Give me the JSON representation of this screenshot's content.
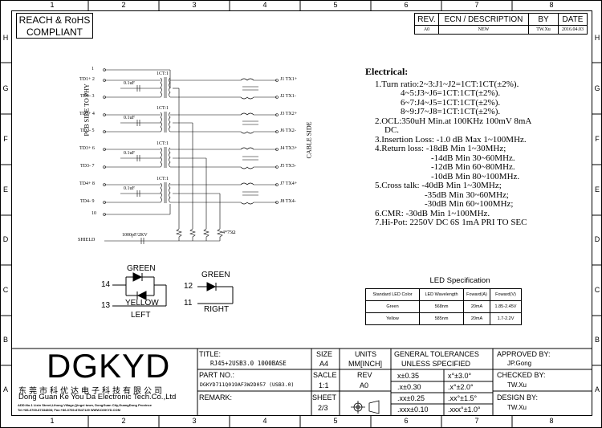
{
  "border": {
    "columns": [
      "1",
      "2",
      "3",
      "4",
      "5",
      "6",
      "7",
      "8"
    ],
    "rows": [
      "H",
      "G",
      "F",
      "E",
      "D",
      "C",
      "B",
      "A"
    ]
  },
  "compliance": {
    "line1": "REACH & RoHS",
    "line2": "COMPLIANT"
  },
  "revision_block": {
    "headers": {
      "rev": "REV.",
      "ecn": "ECN / DESCRIPTION",
      "by": "BY",
      "date": "DATE"
    },
    "row": {
      "rev": "A0",
      "ecn": "NEW",
      "by": "TW.Xu",
      "date": "2016.04.03"
    }
  },
  "schematic": {
    "pcb_side": "PCB SIDE TO PHY",
    "cable_side": "CABLE SIDE",
    "left_pins": [
      "1",
      "TD1+ 2",
      "TD1- 3",
      "TD2+ 4",
      "TD2- 5",
      "TD3+ 6",
      "TD3- 7",
      "TD4+ 8",
      "TD4- 9",
      "10"
    ],
    "right_pins": [
      "J1  TX1+",
      "J2  TX1-",
      "J6  TX2-",
      "J3  TX2+",
      "J4  TX3+",
      "J5  TX3-",
      "J7  TX4+",
      "J8  TX4-"
    ],
    "ratio": "1CT:1",
    "cap": "0.1uF",
    "shield": "SHIELD",
    "shield_cap": "1000pF/2KV",
    "resistor": "4*75Ω"
  },
  "led_diagram": {
    "left": {
      "green": "GREEN",
      "yellow": "YELLOW",
      "pin_a": "14",
      "pin_b": "13",
      "label": "LEFT"
    },
    "right": {
      "green": "GREEN",
      "pin_a": "12",
      "pin_b": "11",
      "label": "RIGHT"
    }
  },
  "electrical": {
    "title": "Electrical:",
    "lines": [
      "1.Turn ratio:2~3:J1~J2=1CT:1CT(±2%).",
      "4~5:J3~J6=1CT:1CT(±2%).",
      "6~7:J4~J5=1CT:1CT(±2%).",
      "8~9:J7~J8=1CT:1CT(±2%).",
      "2.OCL:350uH Min.at 100KHz 100mV 8mA",
      "DC.",
      "3.Insertion Loss: -1.0 dB Max 1~100MHz.",
      "4.Return loss: -18dB Min 1~30MHz;",
      "-14dB Min 30~60MHz.",
      "-12dB Min 60~80MHz.",
      "-10dB Min 80~100MHz.",
      "5.Cross talk: -40dB Min 1~30MHz;",
      "-35dB Min 30~60MHz;",
      "-30dB Min 60~100MHz;",
      "6.CMR: -30dB Min 1~100MHz.",
      "7.Hi-Pot: 2250V DC  6S 1mA PRI TO SEC"
    ]
  },
  "led_spec": {
    "title": "LED Specification",
    "headers": [
      "Standard LED Color",
      "LED Wavelength",
      "Foward(A)",
      "Foward(V)"
    ],
    "rows": [
      [
        "Green",
        "568nm",
        "20mA",
        "1.85-2.45V"
      ],
      [
        "Yellow",
        "585nm",
        "20mA",
        "1.7-2.2V"
      ]
    ]
  },
  "title_block": {
    "logo": "DGKYD",
    "company_cn": "东莞市科优达电子科技有限公司",
    "company_en": "Dong Guan Ke You Da Electronic Tech.Co.,Ltd",
    "address": "ADD:No.1 Lixin Street,Lihong Village,Qingxi town, DongGuan City,GuangDong Province",
    "contact": "Tel:+86-0769-87334808; Fax:+86-0769-87847129 WWW.DGKYD.COM",
    "title_label": "TITLE:",
    "title_value": "RJ45+2USB3.0 1000BASE",
    "size_label": "SIZE",
    "size_value": "A4",
    "units_label": "UNITS",
    "units_value": "MM[INCH]",
    "part_label": "PART NO.:",
    "part_value": "DGKYD711Q019AF3W2D057 (USB3.0)",
    "scale_label": "SACLE",
    "scale_value": "1:1",
    "rev_label": "REV",
    "rev_value": "A0",
    "remark_label": "REMARK:",
    "sheet_label": "SHEET",
    "sheet_value": "2/3",
    "tol_title1": "GENERAL TOLERANCES",
    "tol_title2": "UNLESS SPECIFIED",
    "tolerances": [
      [
        "x±0.35",
        "x°±3.0°"
      ],
      [
        ".x±0.30",
        ".x°±2.0°"
      ],
      [
        ".xx±0.25",
        ".xx°±1.5°"
      ],
      [
        ".xxx±0.10",
        ".xxx°±1.0°"
      ]
    ],
    "approved_label": "APPROVED BY:",
    "approved_value": "JP.Gong",
    "checked_label": "CHECKED BY:",
    "checked_value": "TW.Xu",
    "design_label": "DESIGN BY:",
    "design_value": "TW.Xu"
  }
}
